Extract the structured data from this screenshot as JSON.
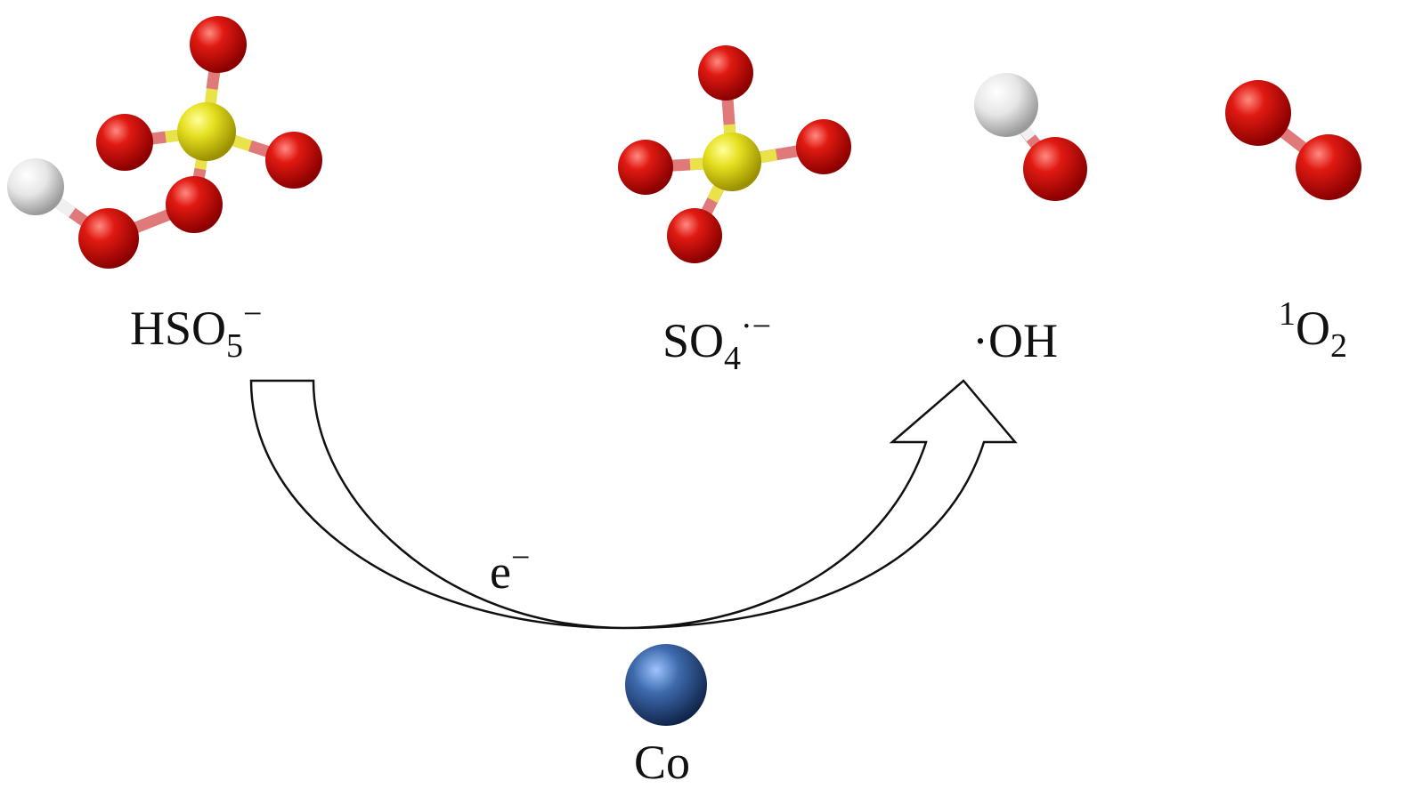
{
  "colors": {
    "oxygen": "#d01010",
    "sulfur": "#e6e020",
    "hydrogen": "#e8e8e8",
    "cobalt": "#3a5f9a",
    "arrow_stroke": "#111111"
  },
  "species": [
    {
      "id": "hso5",
      "formula": "HSO",
      "sub": "5",
      "sup": "−",
      "pre_sup": ""
    },
    {
      "id": "so4",
      "formula": "SO",
      "sub": "4",
      "sup": "·−",
      "pre_sup": ""
    },
    {
      "id": "oh",
      "formula": "·OH",
      "sub": "",
      "sup": "",
      "pre_sup": ""
    },
    {
      "id": "o2",
      "formula": "O",
      "sub": "2",
      "sup": "",
      "pre_sup": "1"
    }
  ],
  "electron_label": {
    "base": "e",
    "sup": "−"
  },
  "catalyst_label": "Co"
}
